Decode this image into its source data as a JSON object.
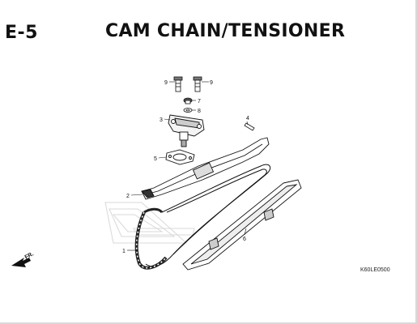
{
  "header": {
    "section_code": "E-5",
    "title": "CAM CHAIN/TENSIONER"
  },
  "footer": {
    "drawing_code": "K60LE0500"
  },
  "orientation": {
    "label": "FR."
  },
  "callouts": {
    "c1": "1",
    "c2": "2",
    "c3": "3",
    "c4": "4",
    "c5": "5",
    "c6": "6",
    "c7": "7",
    "c8": "8",
    "c9a": "9",
    "c9b": "9"
  }
}
